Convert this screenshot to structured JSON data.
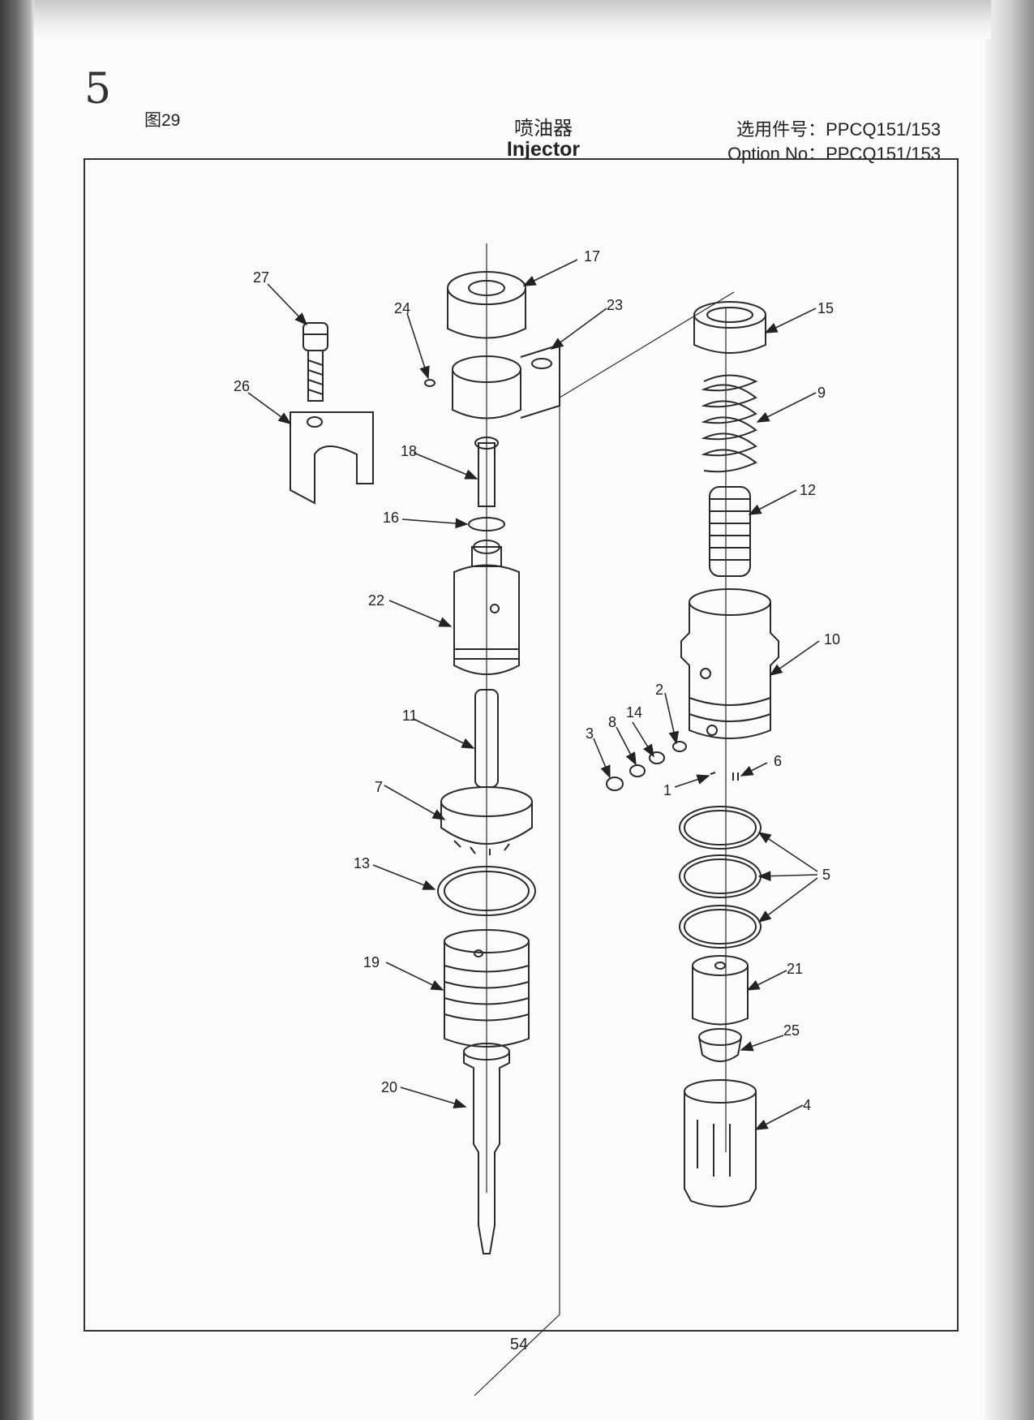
{
  "header": {
    "handwritten_mark": "5",
    "figure_number": "图29",
    "title_cn": "喷油器",
    "title_en": "Injector",
    "option_cn": "选用件号：PPCQ151/153",
    "option_en": "Option No：PPCQ151/153"
  },
  "callouts": [
    "1",
    "2",
    "3",
    "4",
    "5",
    "6",
    "7",
    "8",
    "9",
    "10",
    "11",
    "12",
    "13",
    "14",
    "15",
    "16",
    "17",
    "18",
    "19",
    "20",
    "21",
    "22",
    "23",
    "24",
    "25",
    "26",
    "27"
  ],
  "footer": {
    "page_number": "54"
  }
}
